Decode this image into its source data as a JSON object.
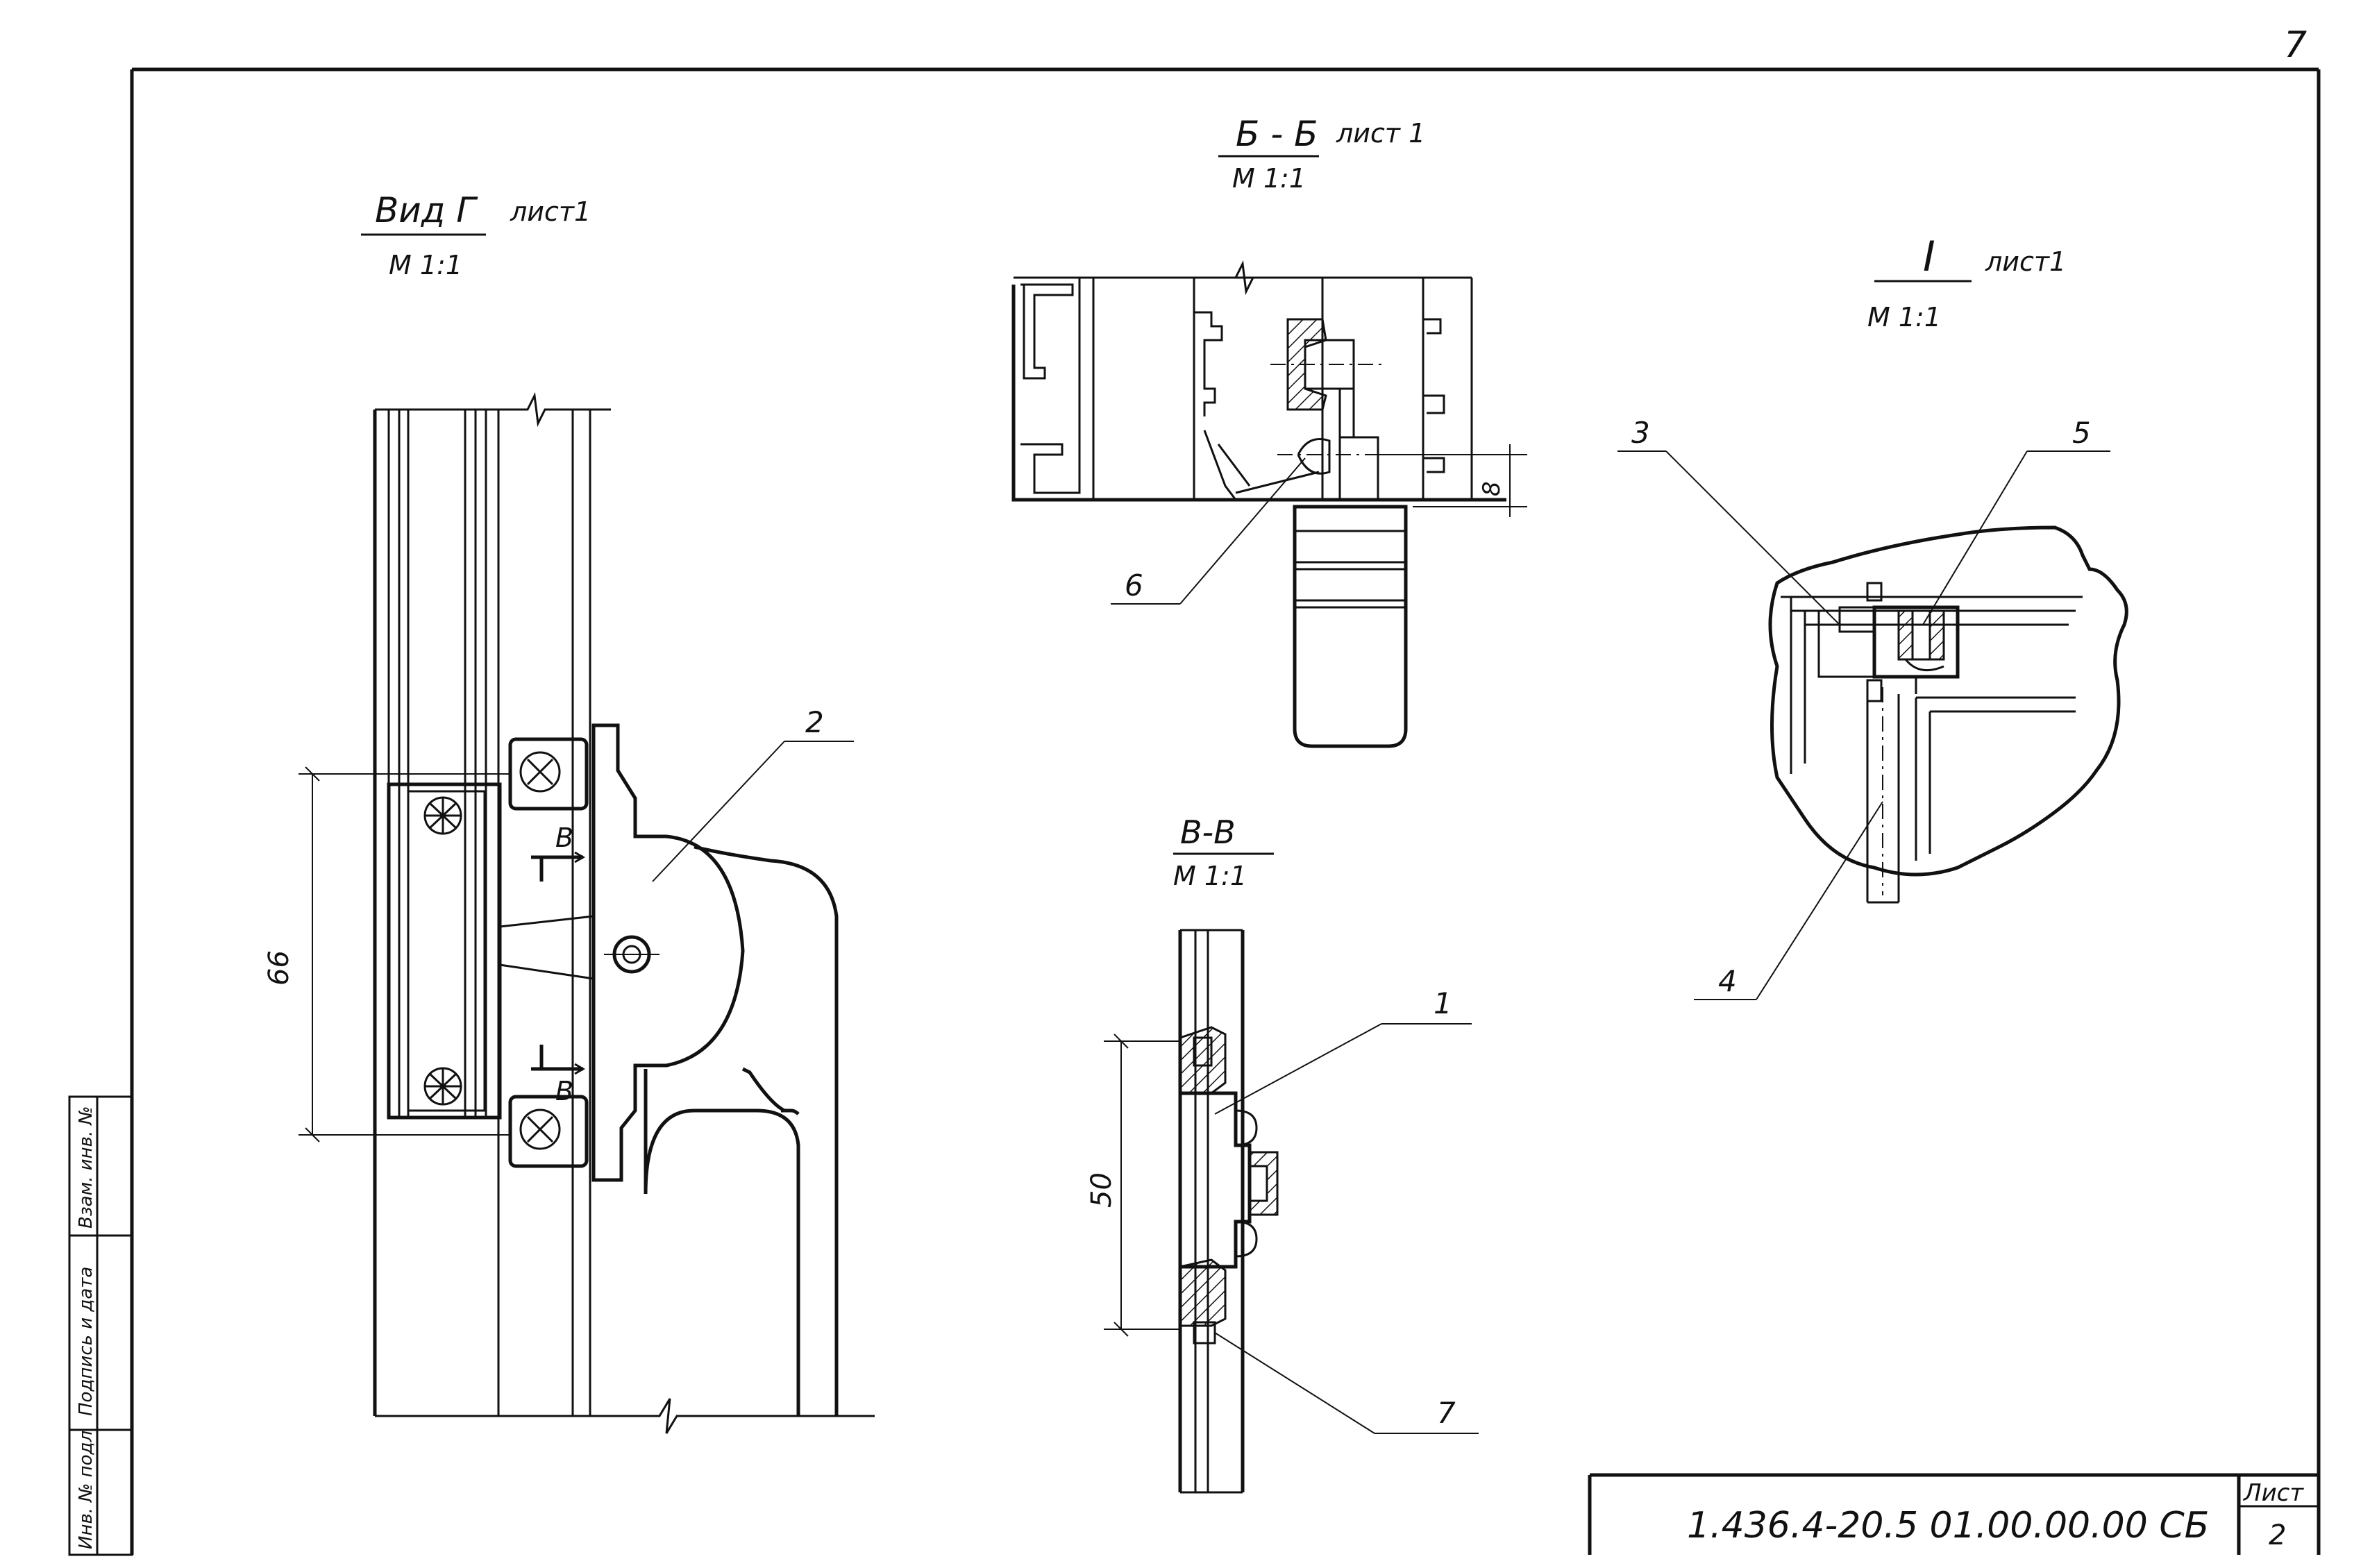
{
  "page_number": "7",
  "views": {
    "vid_g": {
      "title": "Вид Г",
      "sheet_ref": "лист1",
      "scale": "М 1:1"
    },
    "section_bb": {
      "title": "Б - Б",
      "sheet_ref": "лист 1",
      "scale": "М 1:1"
    },
    "detail_i": {
      "title": "I",
      "sheet_ref": "лист1",
      "scale": "М 1:1"
    },
    "section_vv": {
      "title": "В-В",
      "scale": "М 1:1"
    }
  },
  "section_marks": {
    "upper": "В",
    "lower": "В"
  },
  "dimensions": {
    "d66": "66",
    "d8": "8",
    "d50": "50"
  },
  "callouts": [
    "1",
    "2",
    "3",
    "4",
    "5",
    "6",
    "7"
  ],
  "side_stamp": {
    "cells": [
      "Взам. инв. №",
      "Подпись и дата",
      "Инв. № подл"
    ]
  },
  "title_block": {
    "designation": "1.436.4-20.5 01.00.00.00 СБ",
    "sheet_label": "Лист",
    "sheet_number": "2"
  }
}
